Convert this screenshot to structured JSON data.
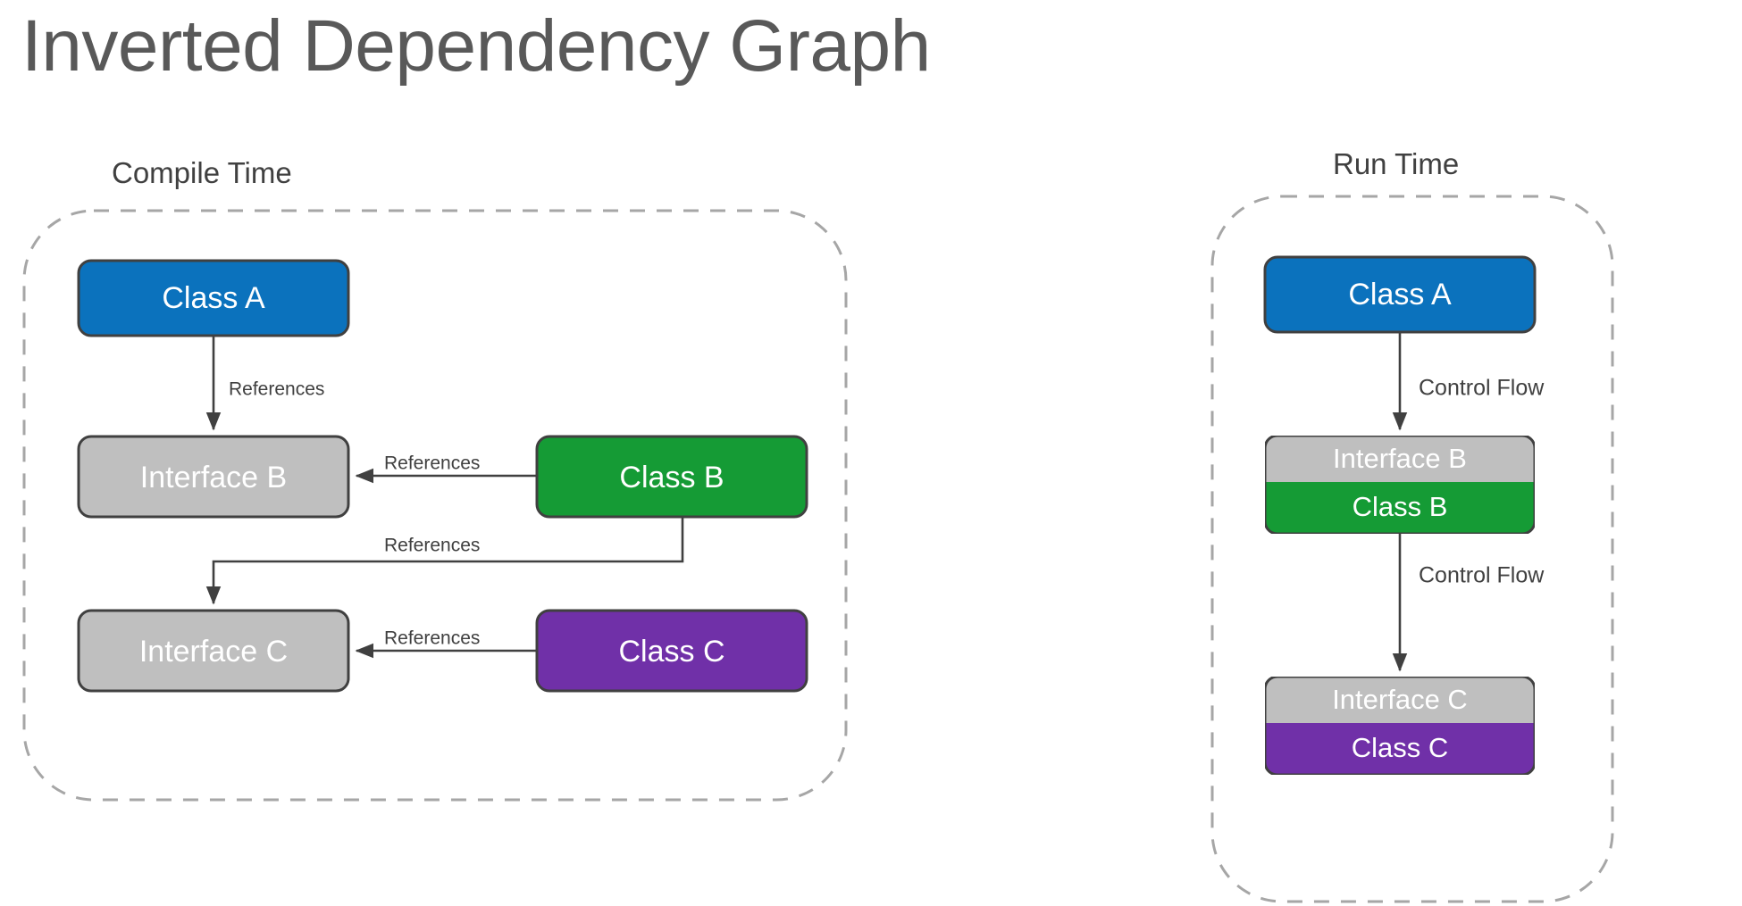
{
  "page_title": "Inverted Dependency Graph",
  "colors": {
    "title_text": "#595959",
    "blue": "#0b72bd",
    "green": "#159b35",
    "purple": "#7030a8",
    "gray": "#bfbfbf",
    "node_border": "#404040",
    "dashed_border": "#a6a6a6",
    "label_text": "#404040",
    "node_text": "#ffffff"
  },
  "groups": [
    {
      "id": "compile-time",
      "title": "Compile Time",
      "nodes": [
        {
          "id": "class-a",
          "label": "Class A",
          "color": "blue"
        },
        {
          "id": "interface-b",
          "label": "Interface B",
          "color": "gray"
        },
        {
          "id": "class-b",
          "label": "Class B",
          "color": "green"
        },
        {
          "id": "interface-c",
          "label": "Interface C",
          "color": "gray"
        },
        {
          "id": "class-c",
          "label": "Class C",
          "color": "purple"
        }
      ],
      "edges": [
        {
          "id": "edge-a-to-ib",
          "from": "class-a",
          "to": "interface-b",
          "label": "References"
        },
        {
          "id": "edge-cb-to-ib",
          "from": "class-b",
          "to": "interface-b",
          "label": "References"
        },
        {
          "id": "edge-cb-to-ic",
          "from": "class-b",
          "to": "interface-c",
          "label": "References"
        },
        {
          "id": "edge-cc-to-ic",
          "from": "class-c",
          "to": "interface-c",
          "label": "References"
        }
      ]
    },
    {
      "id": "run-time",
      "title": "Run Time",
      "nodes": [
        {
          "id": "rt-class-a",
          "label": "Class A",
          "color": "blue"
        },
        {
          "id": "rt-interface-b",
          "label": "Interface B",
          "color": "gray"
        },
        {
          "id": "rt-class-b",
          "label": "Class B",
          "color": "green"
        },
        {
          "id": "rt-interface-c",
          "label": "Interface C",
          "color": "gray"
        },
        {
          "id": "rt-class-c",
          "label": "Class C",
          "color": "purple"
        }
      ],
      "edges": [
        {
          "id": "rt-edge-1",
          "from": "rt-class-a",
          "to": "rt-interface-b",
          "label": "Control Flow"
        },
        {
          "id": "rt-edge-2",
          "from": "rt-class-b",
          "to": "rt-interface-c",
          "label": "Control Flow"
        }
      ]
    }
  ]
}
